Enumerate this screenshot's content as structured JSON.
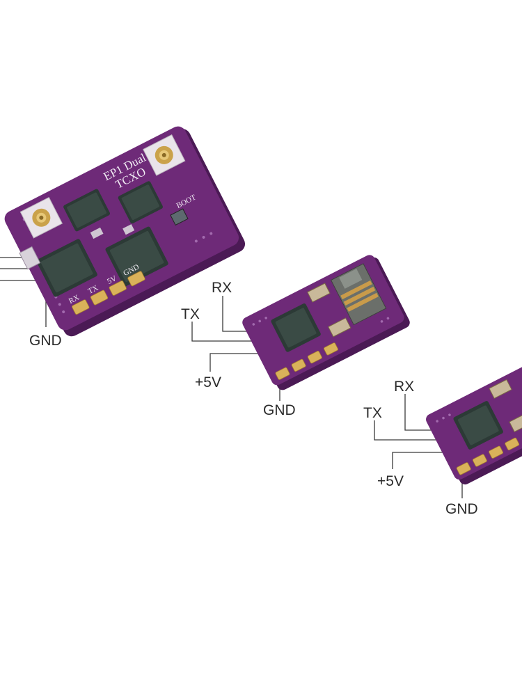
{
  "boards": [
    {
      "id": "ep1-dual-tcxo",
      "silkscreen": {
        "line1": "EP1 Dual",
        "line2": "TCXO",
        "boot": "BOOT",
        "pins": [
          "RX",
          "TX",
          "5V",
          "GND"
        ]
      },
      "wire_labels": [
        "GND"
      ]
    },
    {
      "id": "receiver-with-antenna",
      "wire_labels": [
        "RX",
        "TX",
        "+5V",
        "GND"
      ]
    },
    {
      "id": "receiver-small",
      "wire_labels": [
        "RX",
        "TX",
        "+5V",
        "GND"
      ]
    }
  ],
  "colors": {
    "pcb": "#6e2a78",
    "pads": "#d9b25a",
    "chips": "#2c3a36",
    "wires": "#3a3a3a"
  }
}
